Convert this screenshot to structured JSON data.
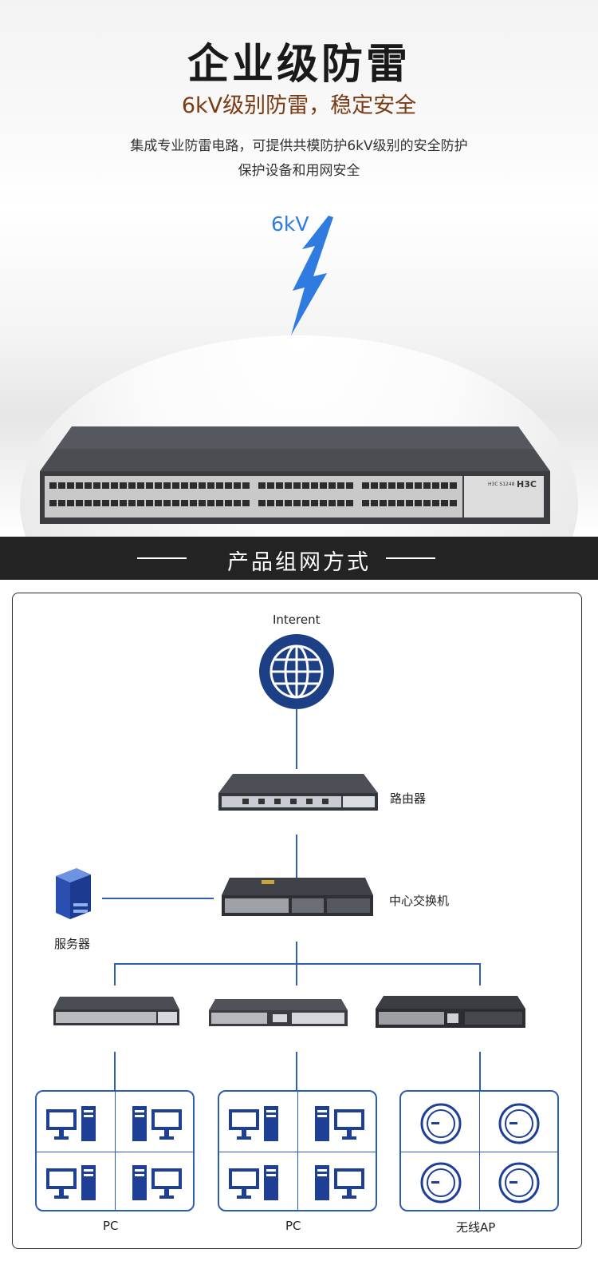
{
  "hero": {
    "title": "企业级防雷",
    "subtitle": "6kV级别防雷，稳定安全",
    "desc_line1": "集成专业防雷电路，可提供共模防护6kV级别的安全防护",
    "desc_line2": "保护设备和用网安全",
    "voltage_label": "6kV",
    "switch_model": "H3C S1248",
    "switch_brand": "H3C"
  },
  "section": {
    "title": "产品组网方式"
  },
  "diagram": {
    "internet_label": "Interent",
    "router_label": "路由器",
    "core_switch_label": "中心交换机",
    "server_label": "服务器",
    "groups": [
      {
        "label": "PC"
      },
      {
        "label": "PC"
      },
      {
        "label": "无线AP"
      }
    ]
  },
  "colors": {
    "accent_blue": "#2f7be0",
    "diagram_blue": "#2b5db5",
    "subtitle_brown": "#7a3a12",
    "banner_bg": "#232323"
  }
}
